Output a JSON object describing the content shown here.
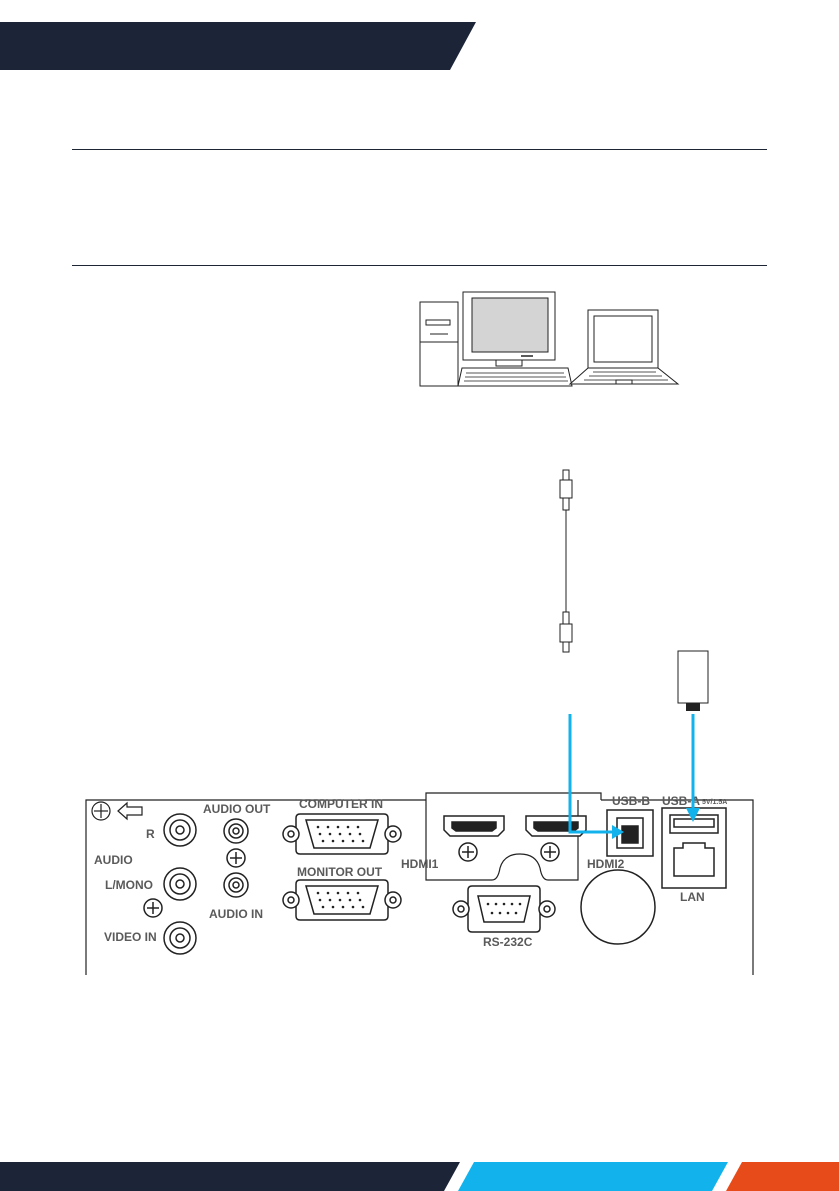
{
  "colors": {
    "header_navy": "#1c2538",
    "accent_blue": "#12b3ec",
    "accent_orange": "#e74b1a",
    "cable_blue": "#12b3ec",
    "line_dark": "#1e2635",
    "panel_label_gray": "#5a5a5a"
  },
  "icons": {
    "desktop": "desktop-computer-icon",
    "laptop": "laptop-computer-icon",
    "usb_drive": "usb-flash-drive-icon",
    "screw": "panel-screw-icon",
    "arrow": "left-arrow-icon"
  },
  "panel": {
    "labels": {
      "audio_out": "AUDIO OUT",
      "computer_in": "COMPUTER IN",
      "r": "R",
      "audio": "AUDIO",
      "l_mono": "L/MONO",
      "video_in": "VIDEO IN",
      "audio_in": "AUDIO IN",
      "monitor_out": "MONITOR OUT",
      "hdmi1": "HDMI1",
      "hdmi2": "HDMI2",
      "rs232c": "RS-232C",
      "usb_b": "USB-B",
      "usb_a": "USB-A",
      "usb_a_rating": "5V/1.5A",
      "lan": "LAN"
    }
  }
}
